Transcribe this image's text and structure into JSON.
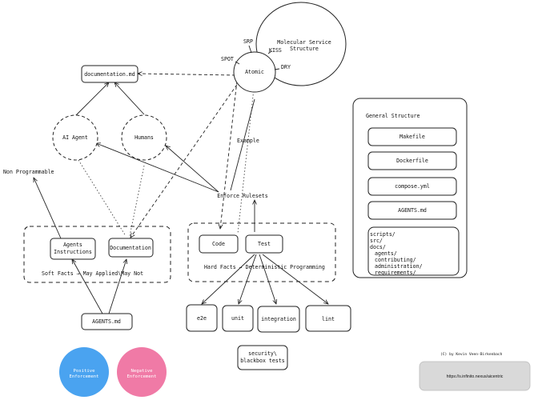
{
  "molecular": {
    "title_1": "Molecular Service",
    "title_2": "Structure",
    "srp": "SRP",
    "kiss": "KISS",
    "dry": "DRY",
    "spot": "SPOT",
    "atomic": "Atomic"
  },
  "nodes": {
    "documentation_md": "documentation.md",
    "ai_agent": "AI Agent",
    "humans": "Humans",
    "non_programmable": "Non Programmable",
    "example": "Example",
    "enforce_rulesets": "Enforce Rulesets",
    "agents_instructions_1": "Agents",
    "agents_instructions_2": "Instructions",
    "documentation": "Documentation",
    "soft_facts": "Soft Facts → May Applied\\May Not",
    "code": "Code",
    "test": "Test",
    "hard_facts": "Hard Facts → Deterministic Programming",
    "agents_md": "AGENTS.md",
    "e2e": "e2e",
    "unit": "unit",
    "integration": "integration",
    "lint": "lint",
    "security_1": "security\\",
    "security_2": "blackbox tests"
  },
  "general_structure": {
    "title": "General Structure",
    "items": [
      "Makefile",
      "Dockerfile",
      "compose.yml",
      "AGENTS.md"
    ],
    "tree": [
      "scripts/",
      "src/",
      "docs/",
      "agents/",
      "contributing/",
      "administration/",
      "requirements/"
    ]
  },
  "enforcement": {
    "positive_1": "Positive",
    "positive_2": "Enforcement",
    "negative_1": "Negative",
    "negative_2": "Enforcement",
    "positive_color": "#4aa3f0",
    "negative_color": "#f07aa6"
  },
  "footer": {
    "credit": "(C) by Kevin Veen-Birkenbach",
    "url": "https://s.infinito.nexus/aicentric"
  }
}
